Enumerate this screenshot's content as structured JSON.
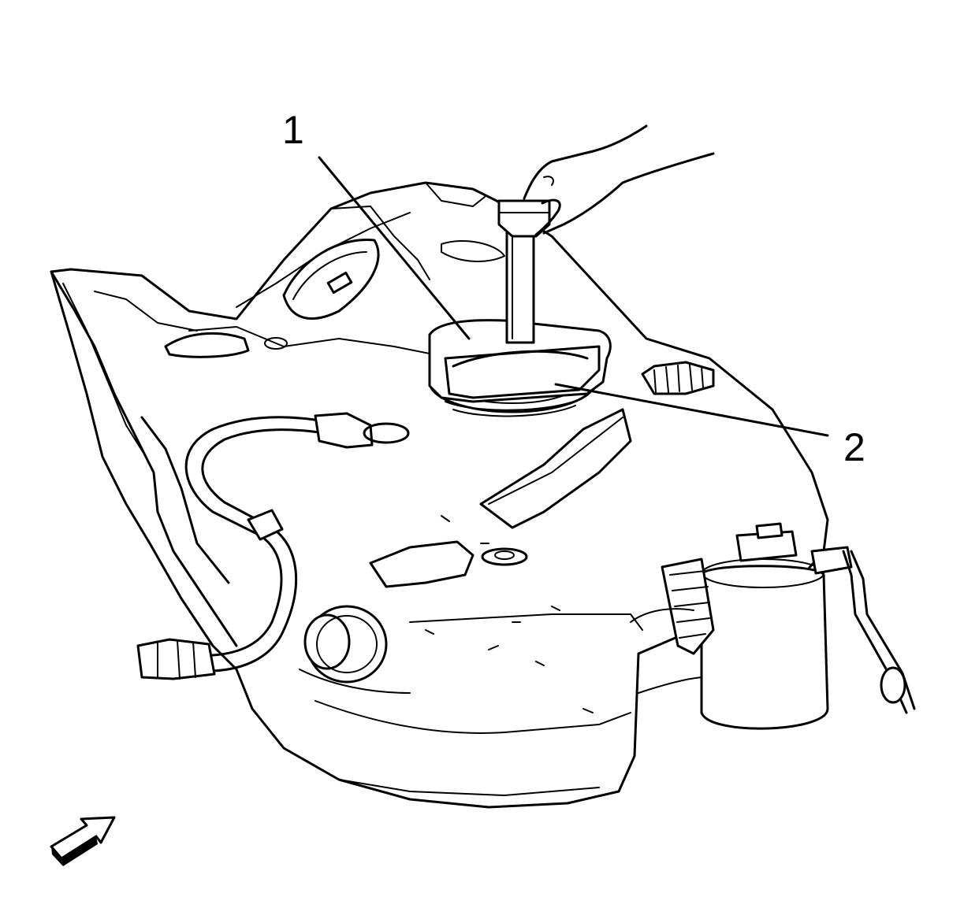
{
  "callouts": [
    {
      "id": "1",
      "label": "1"
    },
    {
      "id": "2",
      "label": "2"
    }
  ],
  "colors": {
    "line": "#000000",
    "background": "#ffffff"
  },
  "icons": {
    "orientation": "direction-arrow-icon"
  }
}
